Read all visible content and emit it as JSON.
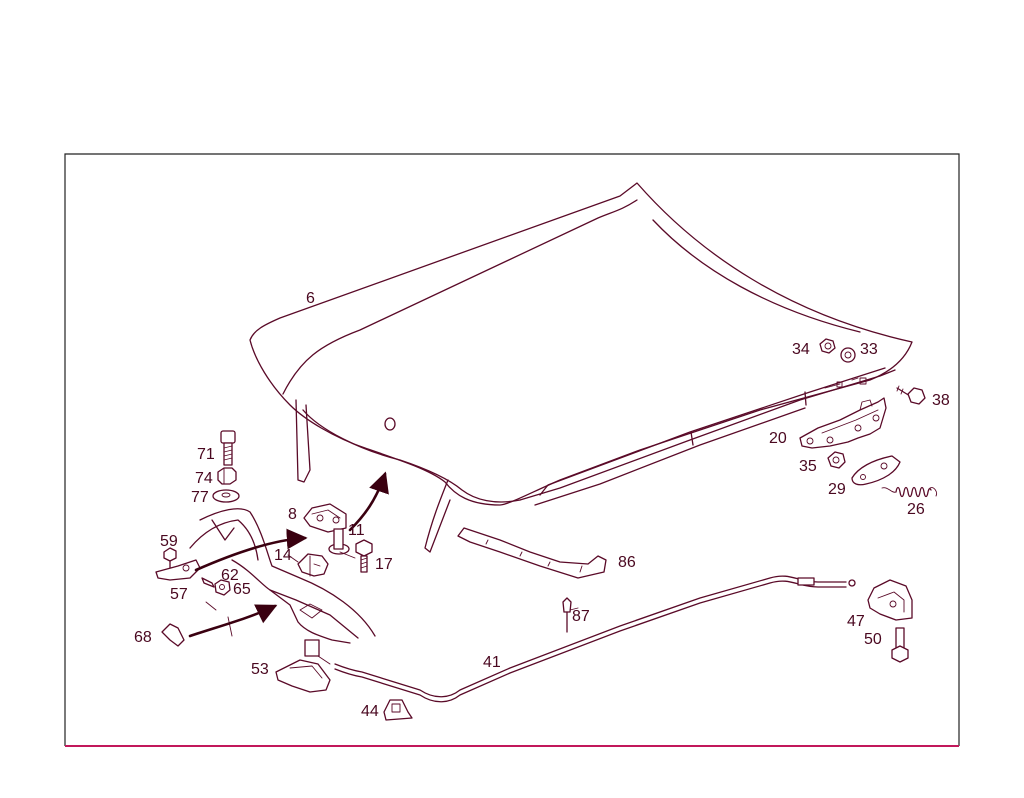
{
  "colors": {
    "line": "#5a0a28",
    "label": "#4a0820",
    "frame_bottom": "#c2185b",
    "background": "#ffffff"
  },
  "callouts": {
    "c6": "6",
    "c34": "34",
    "c33": "33",
    "c38": "38",
    "c20": "20",
    "c35": "35",
    "c29": "29",
    "c26": "26",
    "c71": "71",
    "c74": "74",
    "c77": "77",
    "c8": "8",
    "c11": "11",
    "c14": "14",
    "c17": "17",
    "c59": "59",
    "c62": "62",
    "c65": "65",
    "c57": "57",
    "c68": "68",
    "c86": "86",
    "c87": "87",
    "c41": "41",
    "c47": "47",
    "c50": "50",
    "c53": "53",
    "c44": "44"
  }
}
